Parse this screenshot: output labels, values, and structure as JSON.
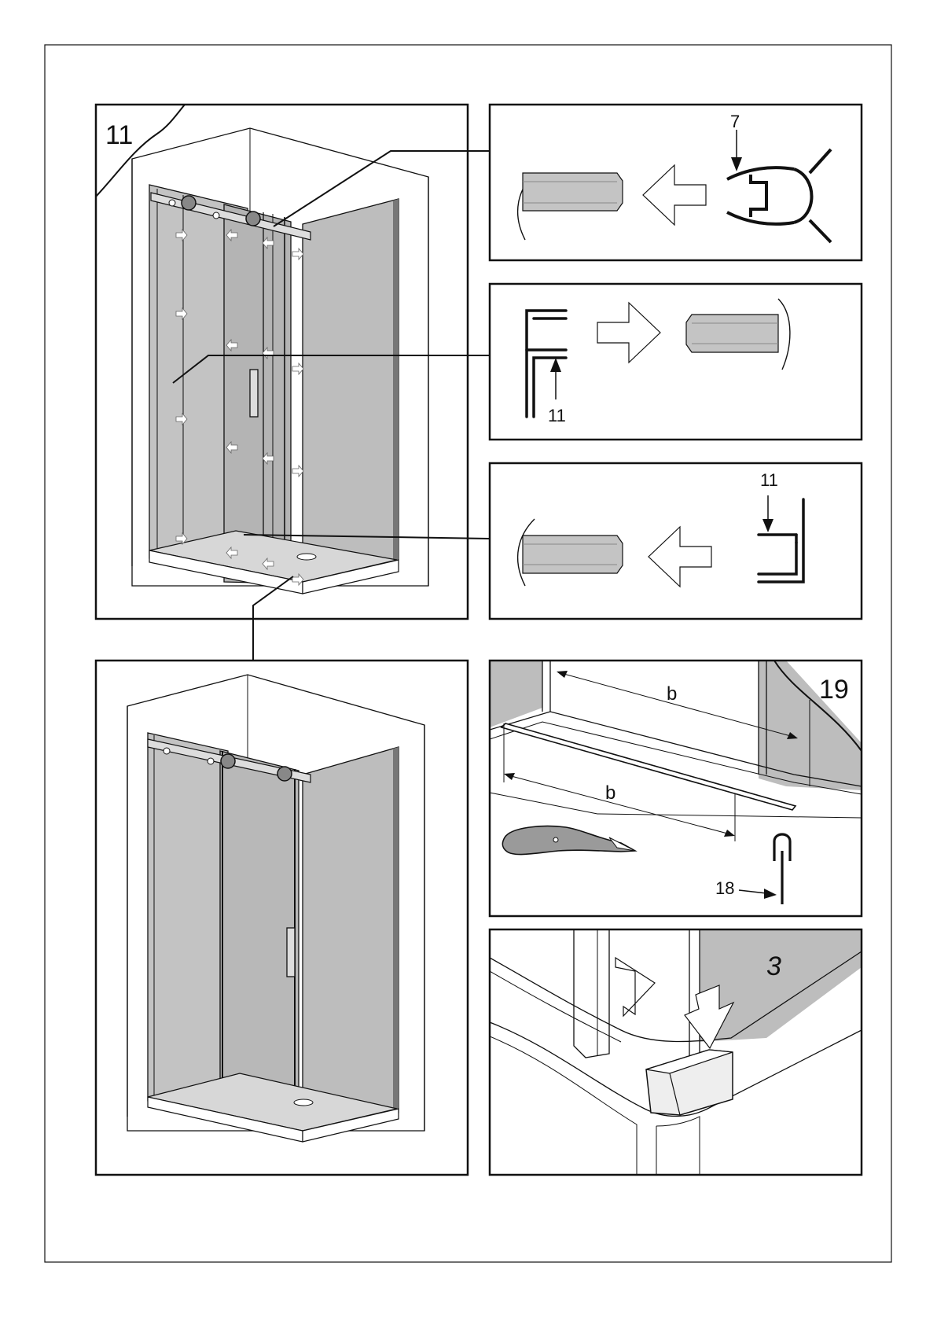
{
  "panels": {
    "main_install": {
      "step_number": "11"
    },
    "seal_7": {
      "part_number": "7"
    },
    "seal_11_top": {
      "part_number": "11"
    },
    "seal_11_bottom": {
      "part_number": "11"
    },
    "cut_seal": {
      "step_number": "19",
      "dim_top": "b",
      "dim_bottom": "b",
      "part_number": "18"
    },
    "corner_cap": {
      "part_number": "3"
    }
  },
  "colors": {
    "glass": "#bdbdbd",
    "glass_dark": "#a9a9a9",
    "wall": "#ffffff",
    "line": "#111111"
  },
  "icons": [
    "utility-knife-icon",
    "arrow-icon"
  ]
}
